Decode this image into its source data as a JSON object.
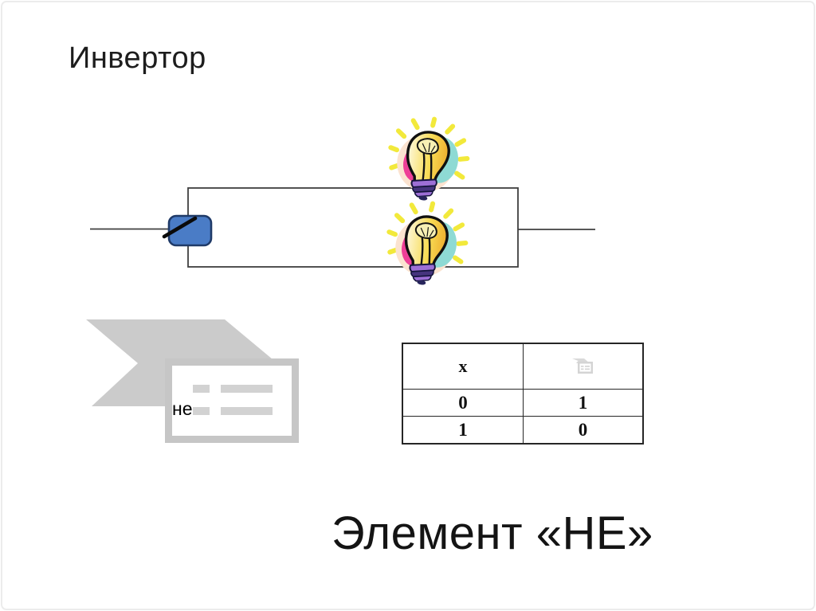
{
  "slide": {
    "top_title": "Инвертор",
    "bottom_title": "Элемент «НЕ»"
  },
  "circuit": {
    "icons": {
      "switch": "open-switch-icon",
      "top_bulb": "glowing-light-bulb-icon",
      "bottom_bulb": "glowing-light-bulb-icon"
    }
  },
  "clipart": {
    "label": "не",
    "icon": "flag-card-clipart-icon"
  },
  "truth_table": {
    "header_x": "x",
    "header_col2_icon": "mini-flag-card-icon",
    "rows": [
      [
        "0",
        "1"
      ],
      [
        "1",
        "0"
      ]
    ]
  },
  "colors": {
    "switch_fill": "#4a7cc6",
    "switch_border": "#1f3a68",
    "wire": "#3f3f3f",
    "clipart_gray": "#cbcbcb",
    "clipart_bar_gray": "#d2d2d2",
    "table_border": "#262626",
    "bulb_yellow": "#f2e93b",
    "bulb_pink": "#ee3f97",
    "bulb_cyan": "#8edad4",
    "bulb_purple": "#9d6fd6"
  }
}
